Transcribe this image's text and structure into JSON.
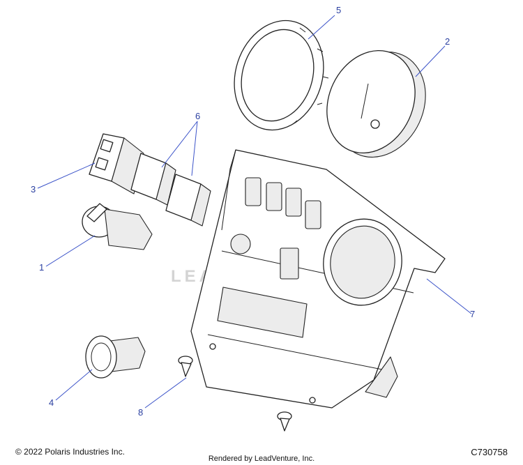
{
  "diagram": {
    "callouts": [
      {
        "id": "callout-1",
        "label": "1"
      },
      {
        "id": "callout-2",
        "label": "2"
      },
      {
        "id": "callout-3",
        "label": "3"
      },
      {
        "id": "callout-4",
        "label": "4"
      },
      {
        "id": "callout-5",
        "label": "5"
      },
      {
        "id": "callout-6",
        "label": "6"
      },
      {
        "id": "callout-7",
        "label": "7"
      },
      {
        "id": "callout-8",
        "label": "8"
      }
    ],
    "watermark": "LEADVENTURE",
    "colors": {
      "callout": "#2a3fa0",
      "leader": "#3a52c8",
      "watermark": "#d4d4d4"
    }
  },
  "footer": {
    "copyright": "© 2022 Polaris Industries Inc.",
    "reference": "C730758",
    "rendered_by": "Rendered by LeadVenture, Inc."
  }
}
